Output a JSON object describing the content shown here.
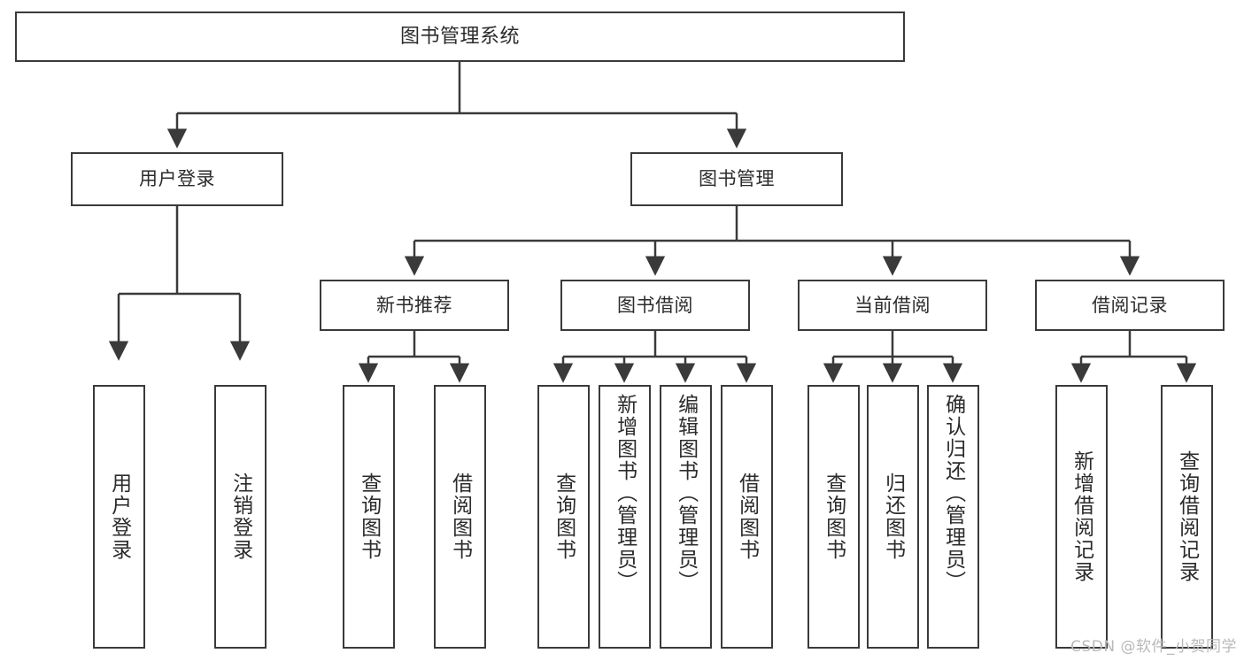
{
  "diagram": {
    "title": "图书管理系统",
    "watermark": "CSDN @软件_小贺同学",
    "colors": {
      "stroke": "#3a3a3a",
      "text": "#2b2b2b",
      "background": "#ffffff",
      "watermark": "#b9b9b9"
    },
    "root": {
      "label": "图书管理系统"
    },
    "level2": [
      {
        "label": "用户登录"
      },
      {
        "label": "图书管理"
      }
    ],
    "level3": [
      {
        "label": "新书推荐"
      },
      {
        "label": "图书借阅"
      },
      {
        "label": "当前借阅"
      },
      {
        "label": "借阅记录"
      }
    ],
    "leaves": {
      "user_login": [
        {
          "label": "用户登录"
        },
        {
          "label": "注销登录"
        }
      ],
      "new_books": [
        {
          "label": "查询图书"
        },
        {
          "label": "借阅图书"
        }
      ],
      "book_borrow": [
        {
          "label": "查询图书"
        },
        {
          "label": "新增图书（管理员）"
        },
        {
          "label": "编辑图书（管理员）"
        },
        {
          "label": "借阅图书"
        }
      ],
      "current_borrow": [
        {
          "label": "查询图书"
        },
        {
          "label": "归还图书"
        },
        {
          "label": "确认归还（管理员）"
        }
      ],
      "borrow_records": [
        {
          "label": "新增借阅记录"
        },
        {
          "label": "查询借阅记录"
        }
      ]
    }
  }
}
